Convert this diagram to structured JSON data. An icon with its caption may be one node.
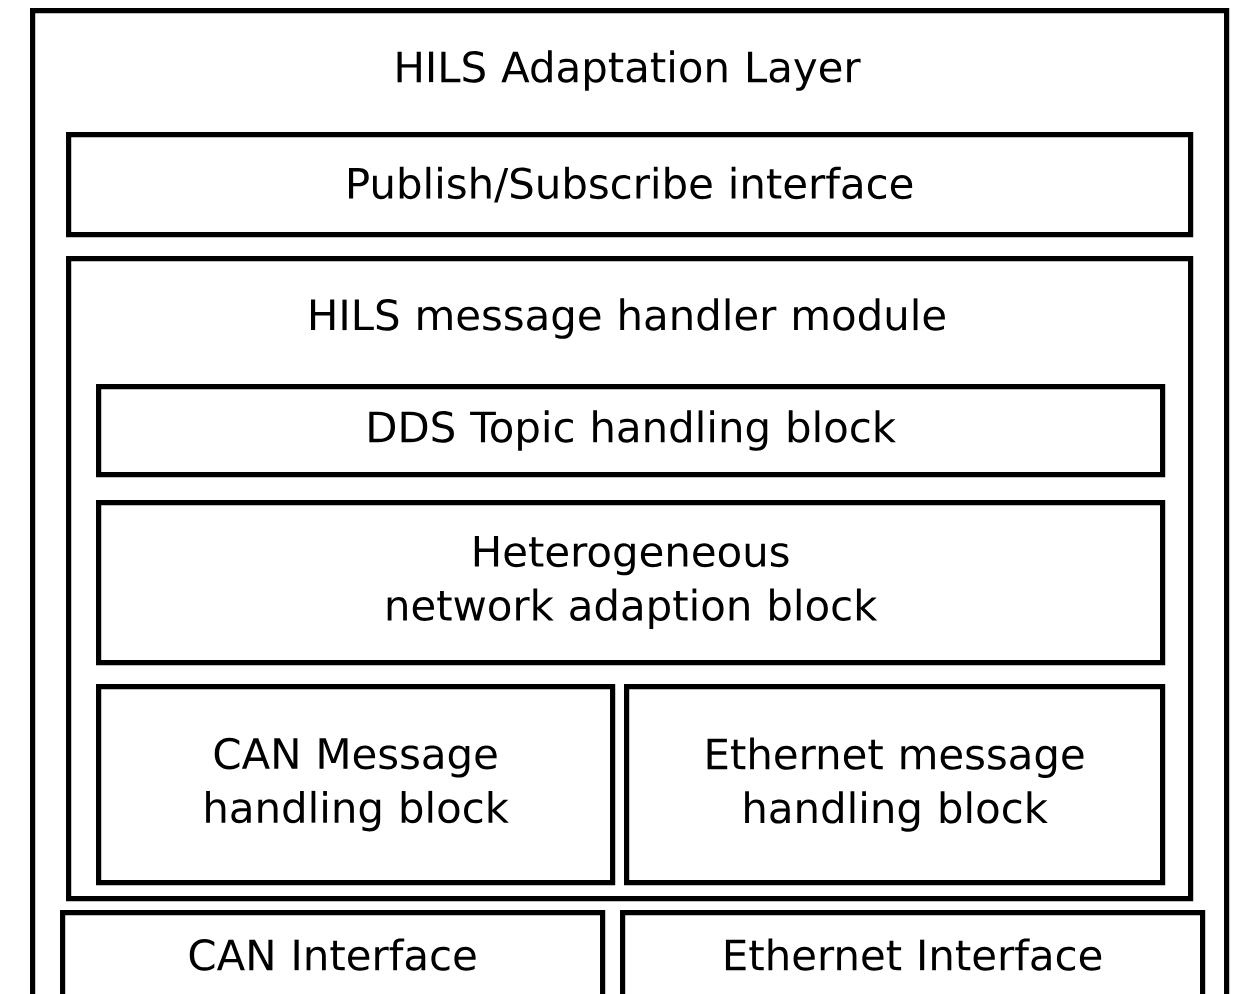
{
  "diagram": {
    "nodes": [
      {
        "text": [
          "HILS Adaptation Layer"
        ]
      },
      {
        "text": [
          "Publish/Subscribe interface"
        ],
        "in": 0
      },
      {
        "text": [
          "HILS message handler module"
        ],
        "in": 0
      },
      {
        "text": [
          "DDS Topic handling block"
        ],
        "in": 2
      },
      {
        "text": [
          "Heterogeneous network adaption block"
        ],
        "in": 2
      },
      {
        "text": [
          "CAN Message handling block"
        ],
        "in": 2
      },
      {
        "text": [
          "Ethernet message handling block"
        ],
        "in": 2
      },
      {
        "text": [
          "CAN Interface"
        ],
        "in": 0
      },
      {
        "text": [
          "Ethernet Interface"
        ],
        "in": 0
      }
    ]
  }
}
